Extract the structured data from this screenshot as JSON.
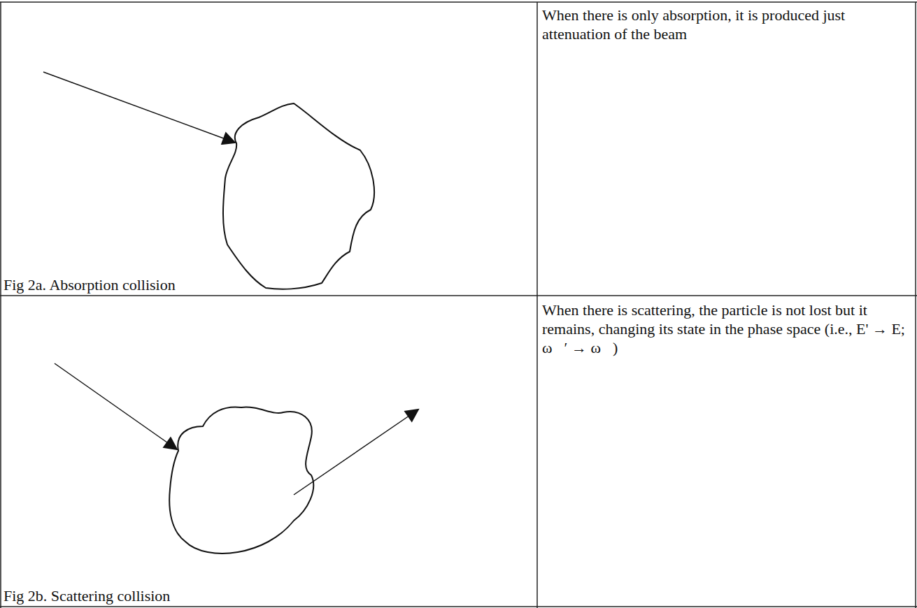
{
  "diagram": {
    "labels": [
      "When there is only absorption, it is produced just attenuation of the beam",
      "Fig 2a. Absorption collision",
      "When there is scattering, the particle is not lost but it remains, changing its state in the phase space (i.e., E' → E; ω⃗′ → ω⃗)",
      "Fig 2b. Scattering collision"
    ]
  }
}
